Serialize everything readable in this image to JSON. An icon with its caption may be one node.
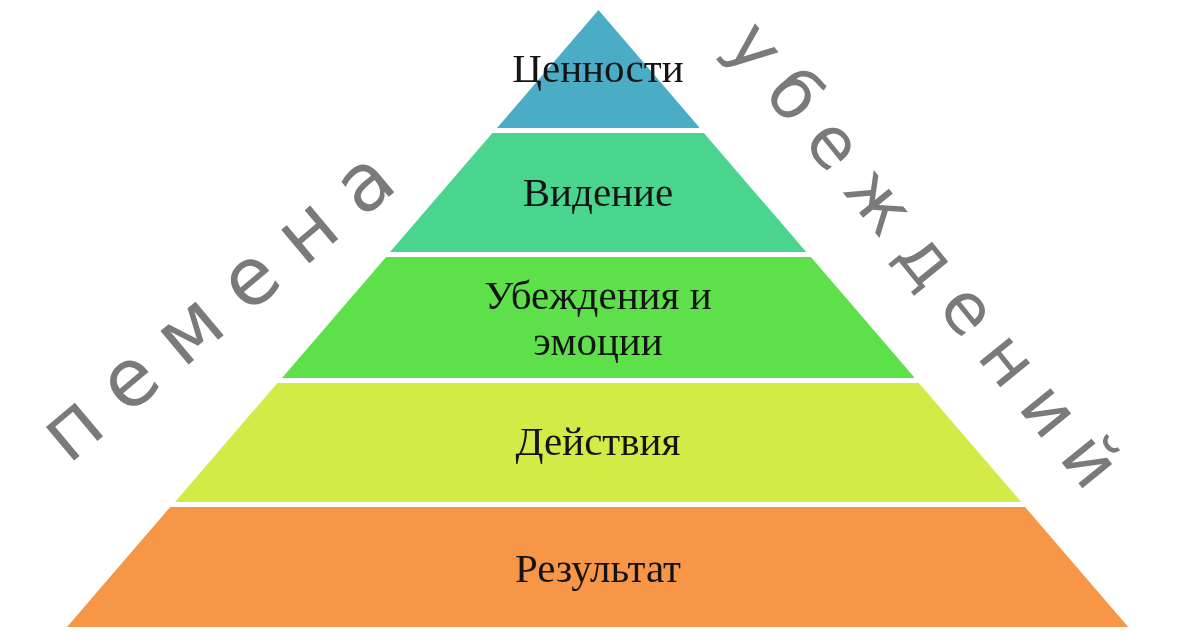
{
  "diagram": {
    "nodes": [
      {
        "text": [
          "Ценности"
        ]
      },
      {
        "text": [
          "Видение"
        ]
      },
      {
        "text": [
          "Убеждения и эмоции"
        ]
      },
      {
        "text": [
          "Действия"
        ]
      },
      {
        "text": [
          "Результат"
        ]
      }
    ],
    "labels": [
      "пемена",
      "убеждений"
    ]
  }
}
